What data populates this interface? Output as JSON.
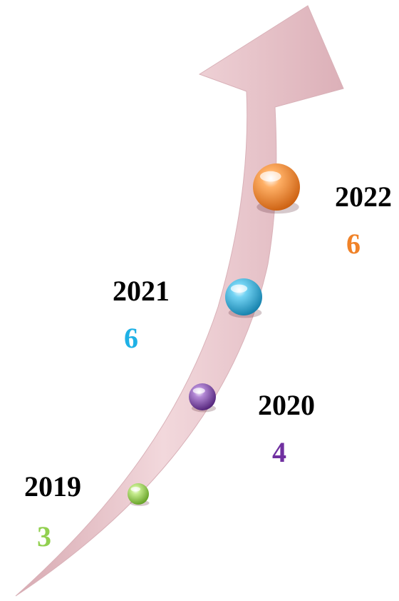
{
  "milestones": [
    {
      "year": "2019",
      "count": "3",
      "color": "#92d050"
    },
    {
      "year": "2020",
      "count": "4",
      "color": "#7030a0"
    },
    {
      "year": "2021",
      "count": "6",
      "color": "#1fb1e6"
    },
    {
      "year": "2022",
      "count": "6",
      "color": "#f08228"
    }
  ],
  "colors": {
    "arrow": "#ecc6cc"
  }
}
